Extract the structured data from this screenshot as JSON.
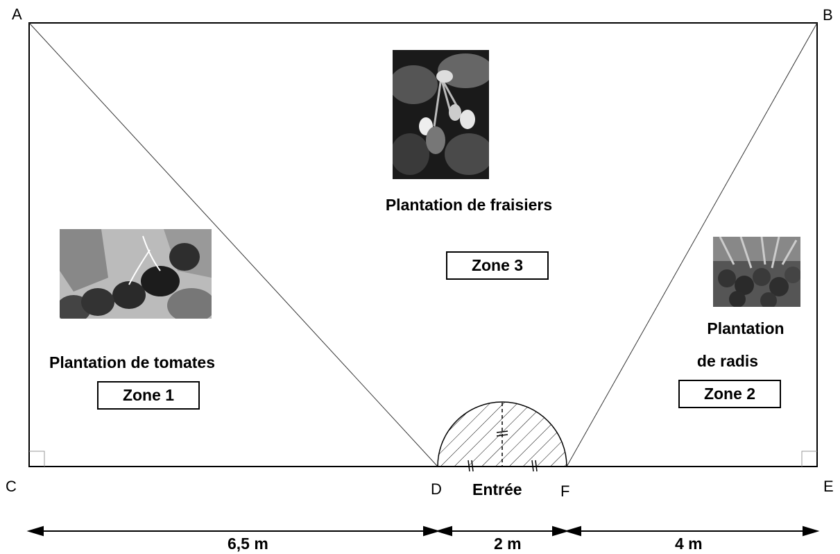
{
  "points": {
    "A": "A",
    "B": "B",
    "C": "C",
    "D": "D",
    "E": "E",
    "F": "F"
  },
  "zones": {
    "zone1": {
      "caption": "Plantation de tomates",
      "label": "Zone 1"
    },
    "zone2": {
      "caption_line1": "Plantation",
      "caption_line2": "de radis",
      "label": "Zone 2"
    },
    "zone3": {
      "caption": "Plantation de fraisiers",
      "label": "Zone 3"
    }
  },
  "entrance": {
    "label": "Entrée"
  },
  "dimensions": {
    "cd": "6,5 m",
    "df": "2 m",
    "fe": "4 m"
  },
  "photos": {
    "strawberries": "strawberry-plant-photo",
    "tomatoes": "tomato-plant-photo",
    "radishes": "radish-bunch-photo"
  }
}
